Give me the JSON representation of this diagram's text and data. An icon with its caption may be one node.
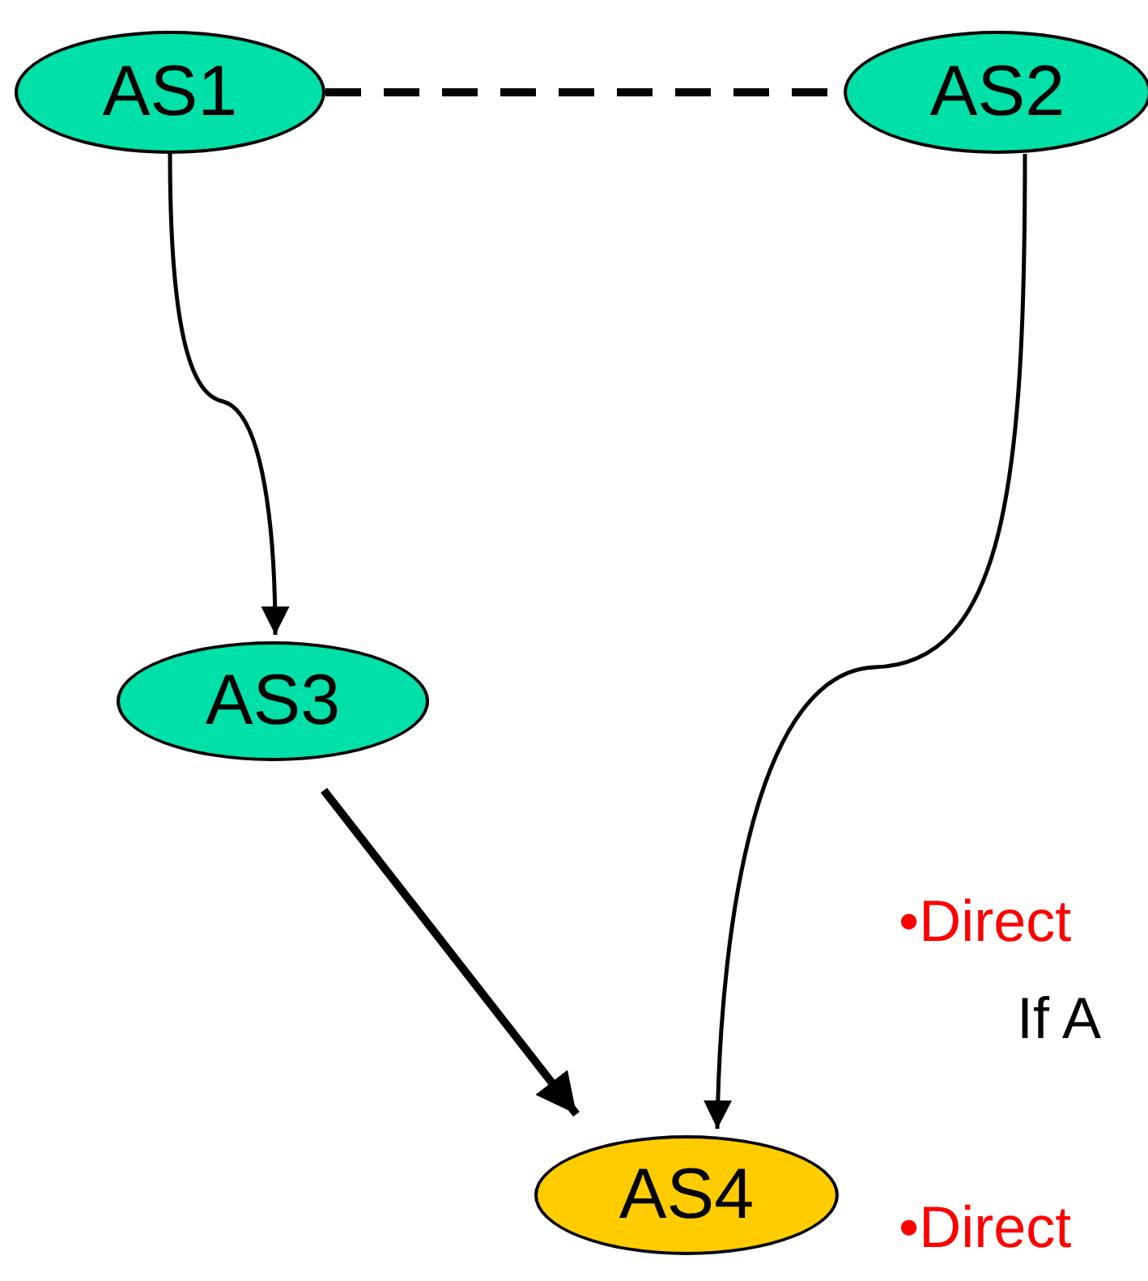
{
  "diagram": {
    "nodes": [
      {
        "text": [
          "AS1"
        ]
      },
      {
        "text": [
          "AS2"
        ]
      },
      {
        "text": [
          "AS3"
        ]
      },
      {
        "text": [
          "AS4"
        ]
      }
    ],
    "edges": [
      {
        "from": 0,
        "to": 1,
        "arrow": "none",
        "style": "dashed"
      },
      {
        "from": 0,
        "to": 2,
        "arrow": "to"
      },
      {
        "from": 1,
        "to": 3,
        "arrow": "to"
      },
      {
        "from": 2,
        "to": 3,
        "arrow": "to",
        "style": "thick"
      }
    ],
    "labels": [
      "•Direct",
      "If A",
      "•Direct"
    ]
  }
}
